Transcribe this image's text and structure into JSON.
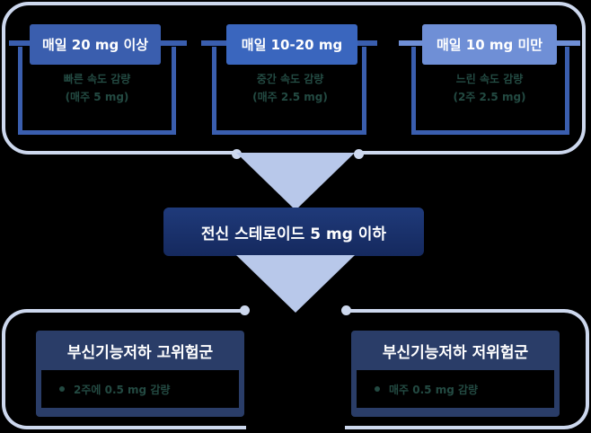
{
  "colors": {
    "background": "#000000",
    "frame": "#cdd8ee",
    "tier_blue": "#3a5eae",
    "tier_light": "#6f8fd6",
    "center_navy": "#1c3573",
    "risk_navy": "#2a3d68",
    "obscured_text": "#234a42"
  },
  "tiers": [
    {
      "header": "매일 20 mg 이상",
      "line1": "빠른 속도 감량",
      "line2": "(매주 5 mg)"
    },
    {
      "header": "매일 10-20 mg",
      "line1": "중간 속도 감량",
      "line2": "(매주 2.5 mg)"
    },
    {
      "header": "매일 10 mg 미만",
      "line1": "느린 속도 감량",
      "line2": "(2주 2.5 mg)"
    }
  ],
  "center": {
    "label": "전신 스테로이드 5 mg 이하"
  },
  "risk_groups": [
    {
      "title": "부신기능저하 고위험군",
      "item": "2주에 0.5 mg 감량"
    },
    {
      "title": "부신기능저하 저위험군",
      "item": "매주 0.5 mg 감량"
    }
  ]
}
